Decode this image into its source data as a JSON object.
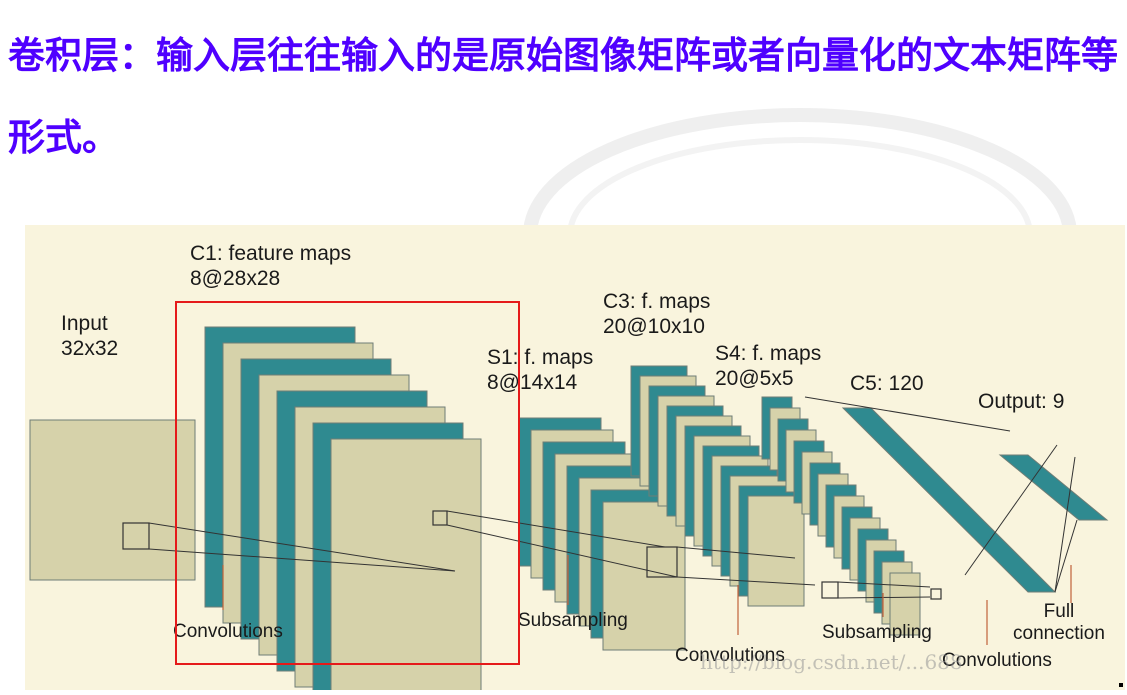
{
  "slide": {
    "title": "卷积层：输入层往往输入的是原始图像矩阵或者向量化的文本矩阵等形式。"
  },
  "diagram": {
    "layers": [
      {
        "name": "Input",
        "size": "32x32"
      },
      {
        "name": "C1: feature maps",
        "size": "8@28x28"
      },
      {
        "name": "S1: f. maps",
        "size": "8@14x14"
      },
      {
        "name": "C3: f. maps",
        "size": "20@10x10"
      },
      {
        "name": "S4: f. maps",
        "size": "20@5x5"
      },
      {
        "name": "C5: 120",
        "size": ""
      },
      {
        "name": "Output: 9",
        "size": ""
      }
    ],
    "operations": [
      "Convolutions",
      "Subsampling",
      "Convolutions",
      "Subsampling",
      "Convolutions",
      "Full\nconnection"
    ],
    "watermark": "http://blog.csdn.net/...688"
  },
  "colors": {
    "title": "#4f00ff",
    "background": "#f9f4dd",
    "teal": "#2f8a90",
    "tan": "#d6d2aa",
    "highlight": "#e51a1a"
  }
}
